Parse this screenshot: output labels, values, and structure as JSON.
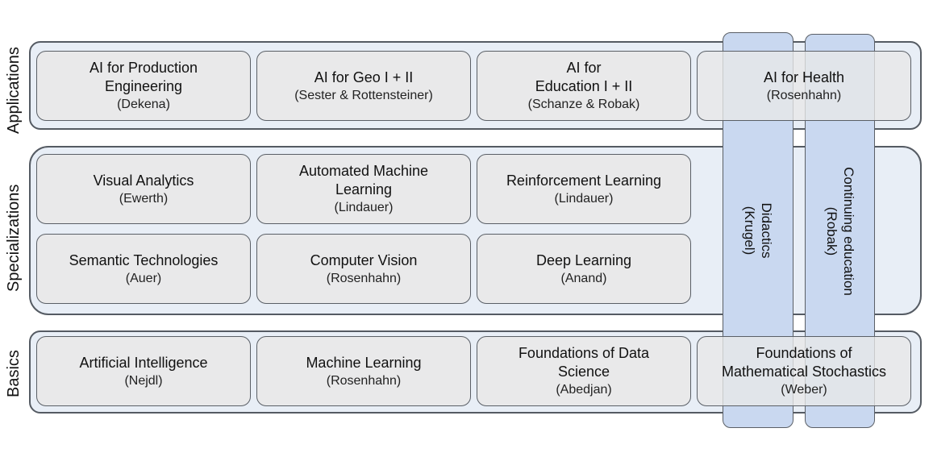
{
  "rows": {
    "applications": "Applications",
    "specializations": "Specializations",
    "basics": "Basics"
  },
  "applications": [
    {
      "title": "AI for Production\nEngineering",
      "lead": "(Dekena)"
    },
    {
      "title": "AI for Geo I + II",
      "lead": "(Sester & Rottensteiner)"
    },
    {
      "title": "AI for\nEducation I + II",
      "lead": "(Schanze & Robak)"
    },
    {
      "title": "AI for Health",
      "lead": "(Rosenhahn)"
    }
  ],
  "specializations": [
    {
      "title": "Visual Analytics",
      "lead": "(Ewerth)"
    },
    {
      "title": "Automated Machine\nLearning",
      "lead": "(Lindauer)"
    },
    {
      "title": "Reinforcement Learning",
      "lead": "(Lindauer)"
    },
    {
      "title": "Semantic Technologies",
      "lead": "(Auer)"
    },
    {
      "title": "Computer Vision",
      "lead": "(Rosenhahn)"
    },
    {
      "title": "Deep Learning",
      "lead": "(Anand)"
    }
  ],
  "basics": [
    {
      "title": "Artificial Intelligence",
      "lead": "(Nejdl)"
    },
    {
      "title": "Machine Learning",
      "lead": "(Rosenhahn)"
    },
    {
      "title": "Foundations of Data\nScience",
      "lead": "(Abedjan)"
    },
    {
      "title": "Foundations of\nMathematical Stochastics",
      "lead": "(Weber)"
    }
  ],
  "crosscutting": [
    {
      "title": "Didactics",
      "lead": "(Krugel)"
    },
    {
      "title": "Continuing education",
      "lead": "(Robak)"
    }
  ],
  "colors": {
    "band_fill": "#e8eef6",
    "crosscutting_fill": "#c9d8f0",
    "module_fill": "#e8e8e8",
    "border": "#555b63"
  }
}
